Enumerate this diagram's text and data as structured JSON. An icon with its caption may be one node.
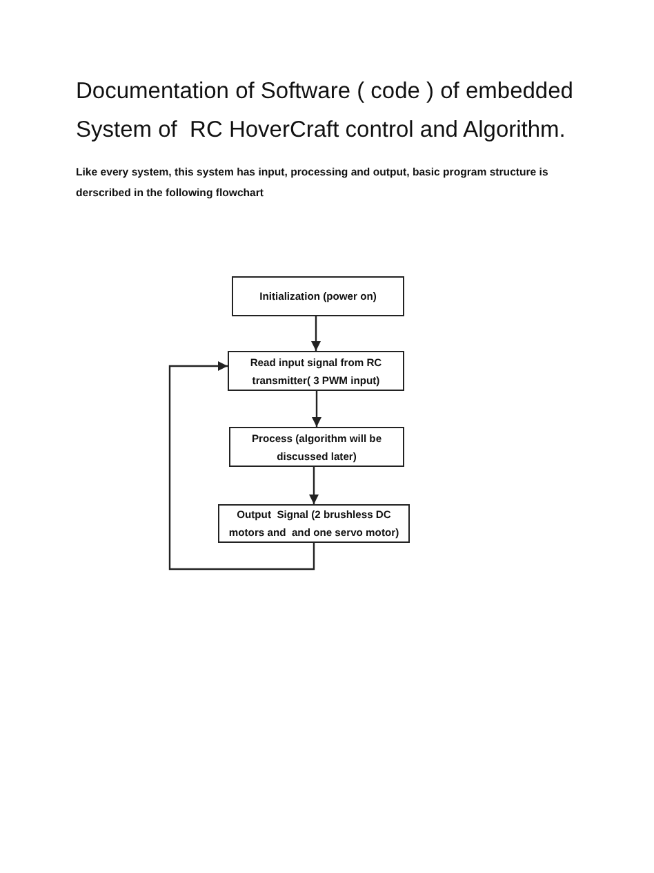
{
  "diagram": {
    "title": "Documentation of Software ( code ) of embedded System of  RC HoverCraft control and Algorithm.",
    "nodes": [
      {
        "text": [
          "Initialization (power on)"
        ]
      },
      {
        "text": [
          "Read input signal from RC transmitter( 3 PWM input)"
        ]
      },
      {
        "text": [
          "Process (algorithm will be discussed later)"
        ]
      },
      {
        "text": [
          "Output  Signal (2 brushless DC motors and  and one servo motor)"
        ]
      }
    ],
    "edges": [
      {
        "from": 0,
        "to": 1,
        "arrow": "to"
      },
      {
        "from": 1,
        "to": 2,
        "arrow": "to"
      },
      {
        "from": 2,
        "to": 3,
        "arrow": "to"
      },
      {
        "from": 3,
        "to": 1,
        "arrow": "to"
      }
    ],
    "labels": [
      "Like every system, this system has input, processing and output, basic program structure is derscribed in the following flowchart"
    ]
  }
}
